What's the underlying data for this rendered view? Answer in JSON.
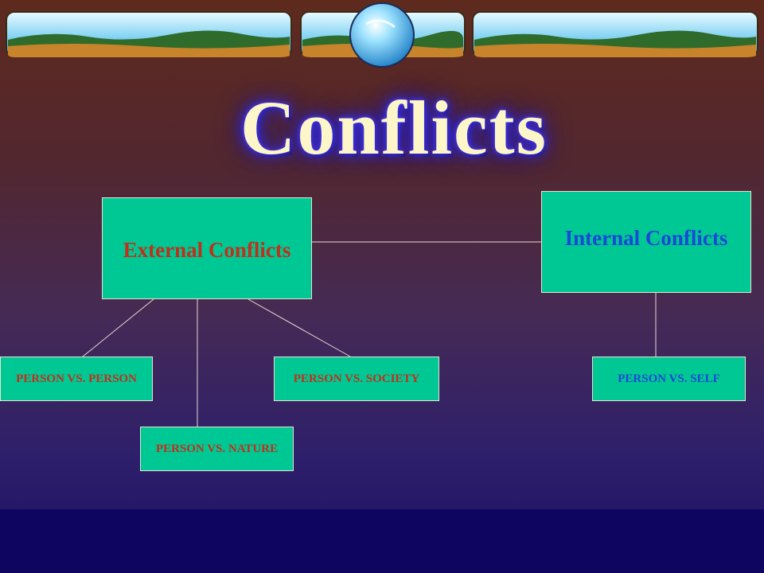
{
  "slide": {
    "title": "Conflicts"
  },
  "diagram": {
    "external": {
      "label": "External Conflicts",
      "color": "#c0301a"
    },
    "internal": {
      "label": "Internal Conflicts",
      "color": "#1a48d8"
    },
    "person_vs_person": "PERSON VS. PERSON",
    "person_vs_society": "PERSON VS. SOCIETY",
    "person_vs_nature": "PERSON VS. NATURE",
    "person_vs_self": "PERSON VS. SELF",
    "box_color": "#00c894"
  }
}
